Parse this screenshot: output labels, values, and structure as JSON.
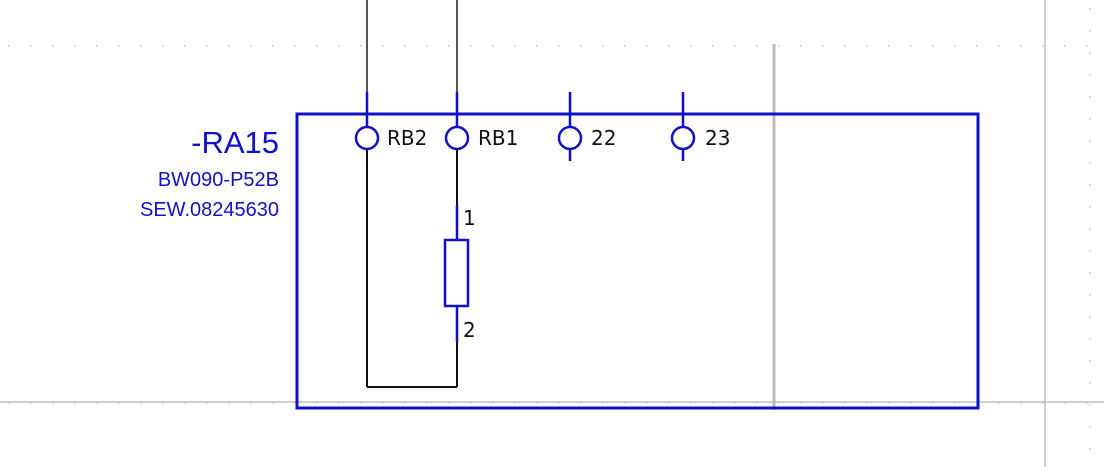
{
  "component": {
    "tag": "-RA15",
    "part_number": "BW090-P52B",
    "order_number": "SEW.08245630"
  },
  "terminals": [
    {
      "id": "rb2",
      "label": "RB2"
    },
    {
      "id": "rb1",
      "label": "RB1"
    },
    {
      "id": "t22",
      "label": "22"
    },
    {
      "id": "t23",
      "label": "23"
    }
  ],
  "resistor": {
    "pin_top": "1",
    "pin_bottom": "2"
  },
  "colors": {
    "device_outline": "#1010c8",
    "wire": "#111111",
    "grid_dot": "#c8c8c8",
    "page_border": "#a0a0a0",
    "separator": "#bcbcbc"
  }
}
